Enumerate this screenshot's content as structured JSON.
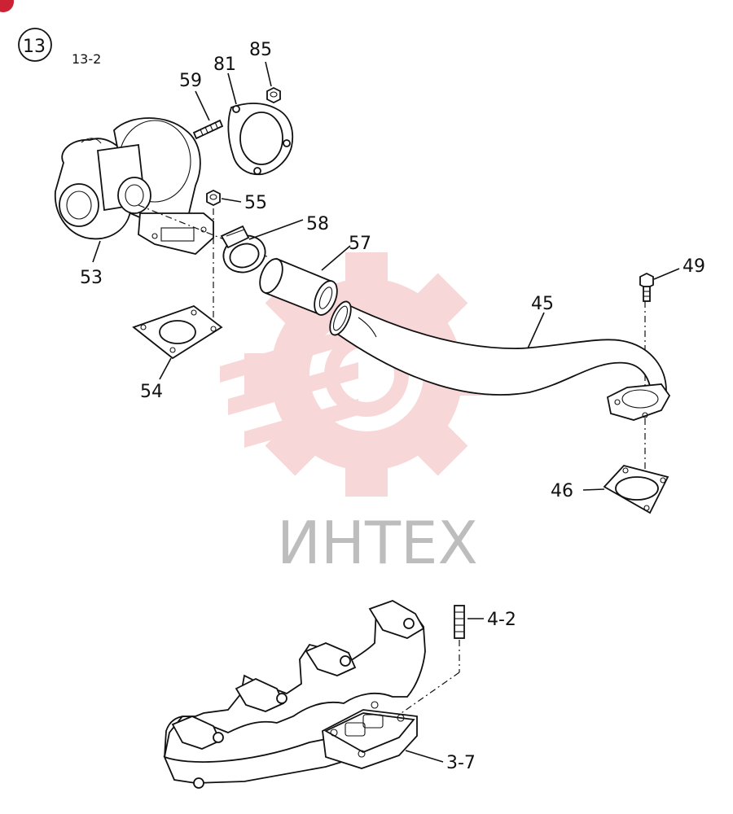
{
  "diagram": {
    "badge_number": "13",
    "sheet_ref": "13-2",
    "watermark_text": "ИНТЕХ",
    "colors": {
      "line": "#111111",
      "watermark_red": "#f2b8b8",
      "watermark_gray": "#bdbdbd",
      "corner_mark": "#cc2233"
    },
    "callouts": [
      {
        "id": "85",
        "label": "85",
        "part": "nut"
      },
      {
        "id": "81",
        "label": "81",
        "part": "gasket"
      },
      {
        "id": "59",
        "label": "59",
        "part": "stud"
      },
      {
        "id": "55",
        "label": "55",
        "part": "nut"
      },
      {
        "id": "58",
        "label": "58",
        "part": "hose-clamp"
      },
      {
        "id": "57",
        "label": "57",
        "part": "hose"
      },
      {
        "id": "49",
        "label": "49",
        "part": "bolt"
      },
      {
        "id": "45",
        "label": "45",
        "part": "pipe"
      },
      {
        "id": "53",
        "label": "53",
        "part": "turbocharger"
      },
      {
        "id": "54",
        "label": "54",
        "part": "gasket"
      },
      {
        "id": "46",
        "label": "46",
        "part": "gasket"
      },
      {
        "id": "4-2",
        "label": "4-2",
        "part": "stud"
      },
      {
        "id": "3-7",
        "label": "3-7",
        "part": "exhaust-manifold"
      }
    ]
  }
}
